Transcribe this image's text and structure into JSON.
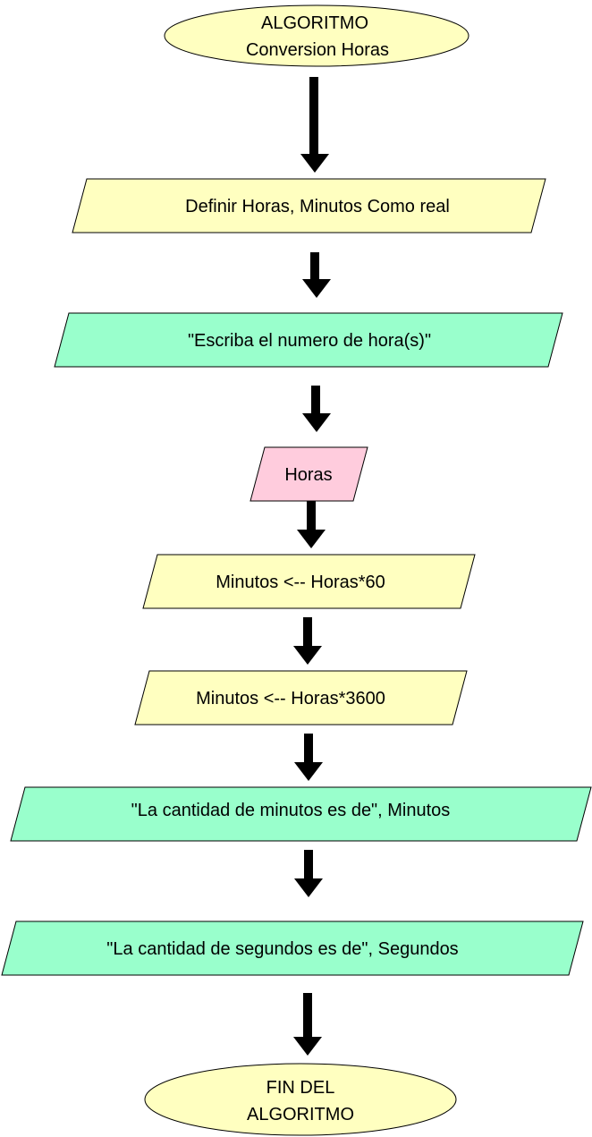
{
  "colors": {
    "terminal": "#ffffc0",
    "process": "#ffffc0",
    "output": "#99ffcc",
    "input": "#ffccdd",
    "stroke": "#000000",
    "arrow": "#000000"
  },
  "start": {
    "line1": "ALGORITMO",
    "line2": "Conversion Horas"
  },
  "steps": {
    "define": "Definir Horas, Minutos Como real",
    "prompt": "\"Escriba el numero de hora(s)\"",
    "read": "Horas",
    "calc_minutes": "Minutos <-- Horas*60",
    "calc_seconds": "Minutos <-- Horas*3600",
    "print_minutes": "\"La cantidad de minutos es de\",  Minutos",
    "print_seconds": "\"La cantidad de segundos es de\", Segundos"
  },
  "end": {
    "line1": "FIN DEL",
    "line2": "ALGORITMO"
  }
}
